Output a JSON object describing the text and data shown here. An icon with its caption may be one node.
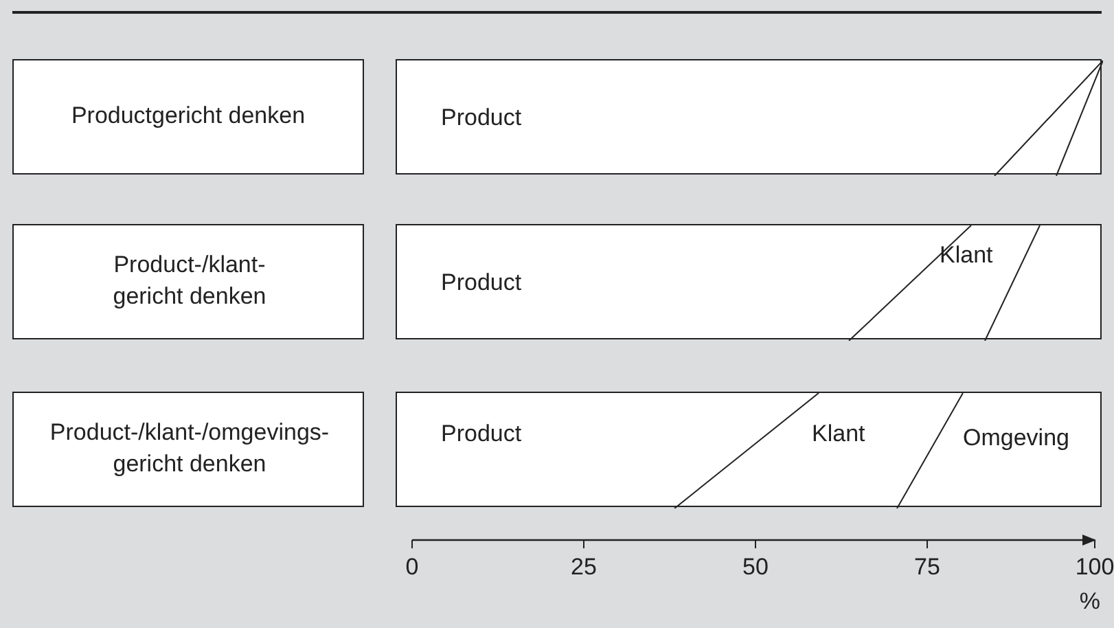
{
  "diagram": {
    "nodes": [
      {
        "text": [
          "Productgericht denken"
        ]
      },
      {
        "text": [
          "Product-/klant- gericht denken"
        ]
      },
      {
        "text": [
          "Product-/klant-/omgevings- gericht denken"
        ]
      },
      {
        "text": [
          "Product"
        ]
      },
      {
        "text": [
          "Product",
          "Klant"
        ]
      },
      {
        "text": [
          "Product",
          "Klant",
          "Omgeving"
        ]
      }
    ],
    "labels": [
      "0",
      "25",
      "50",
      "75",
      "100",
      "%"
    ]
  }
}
